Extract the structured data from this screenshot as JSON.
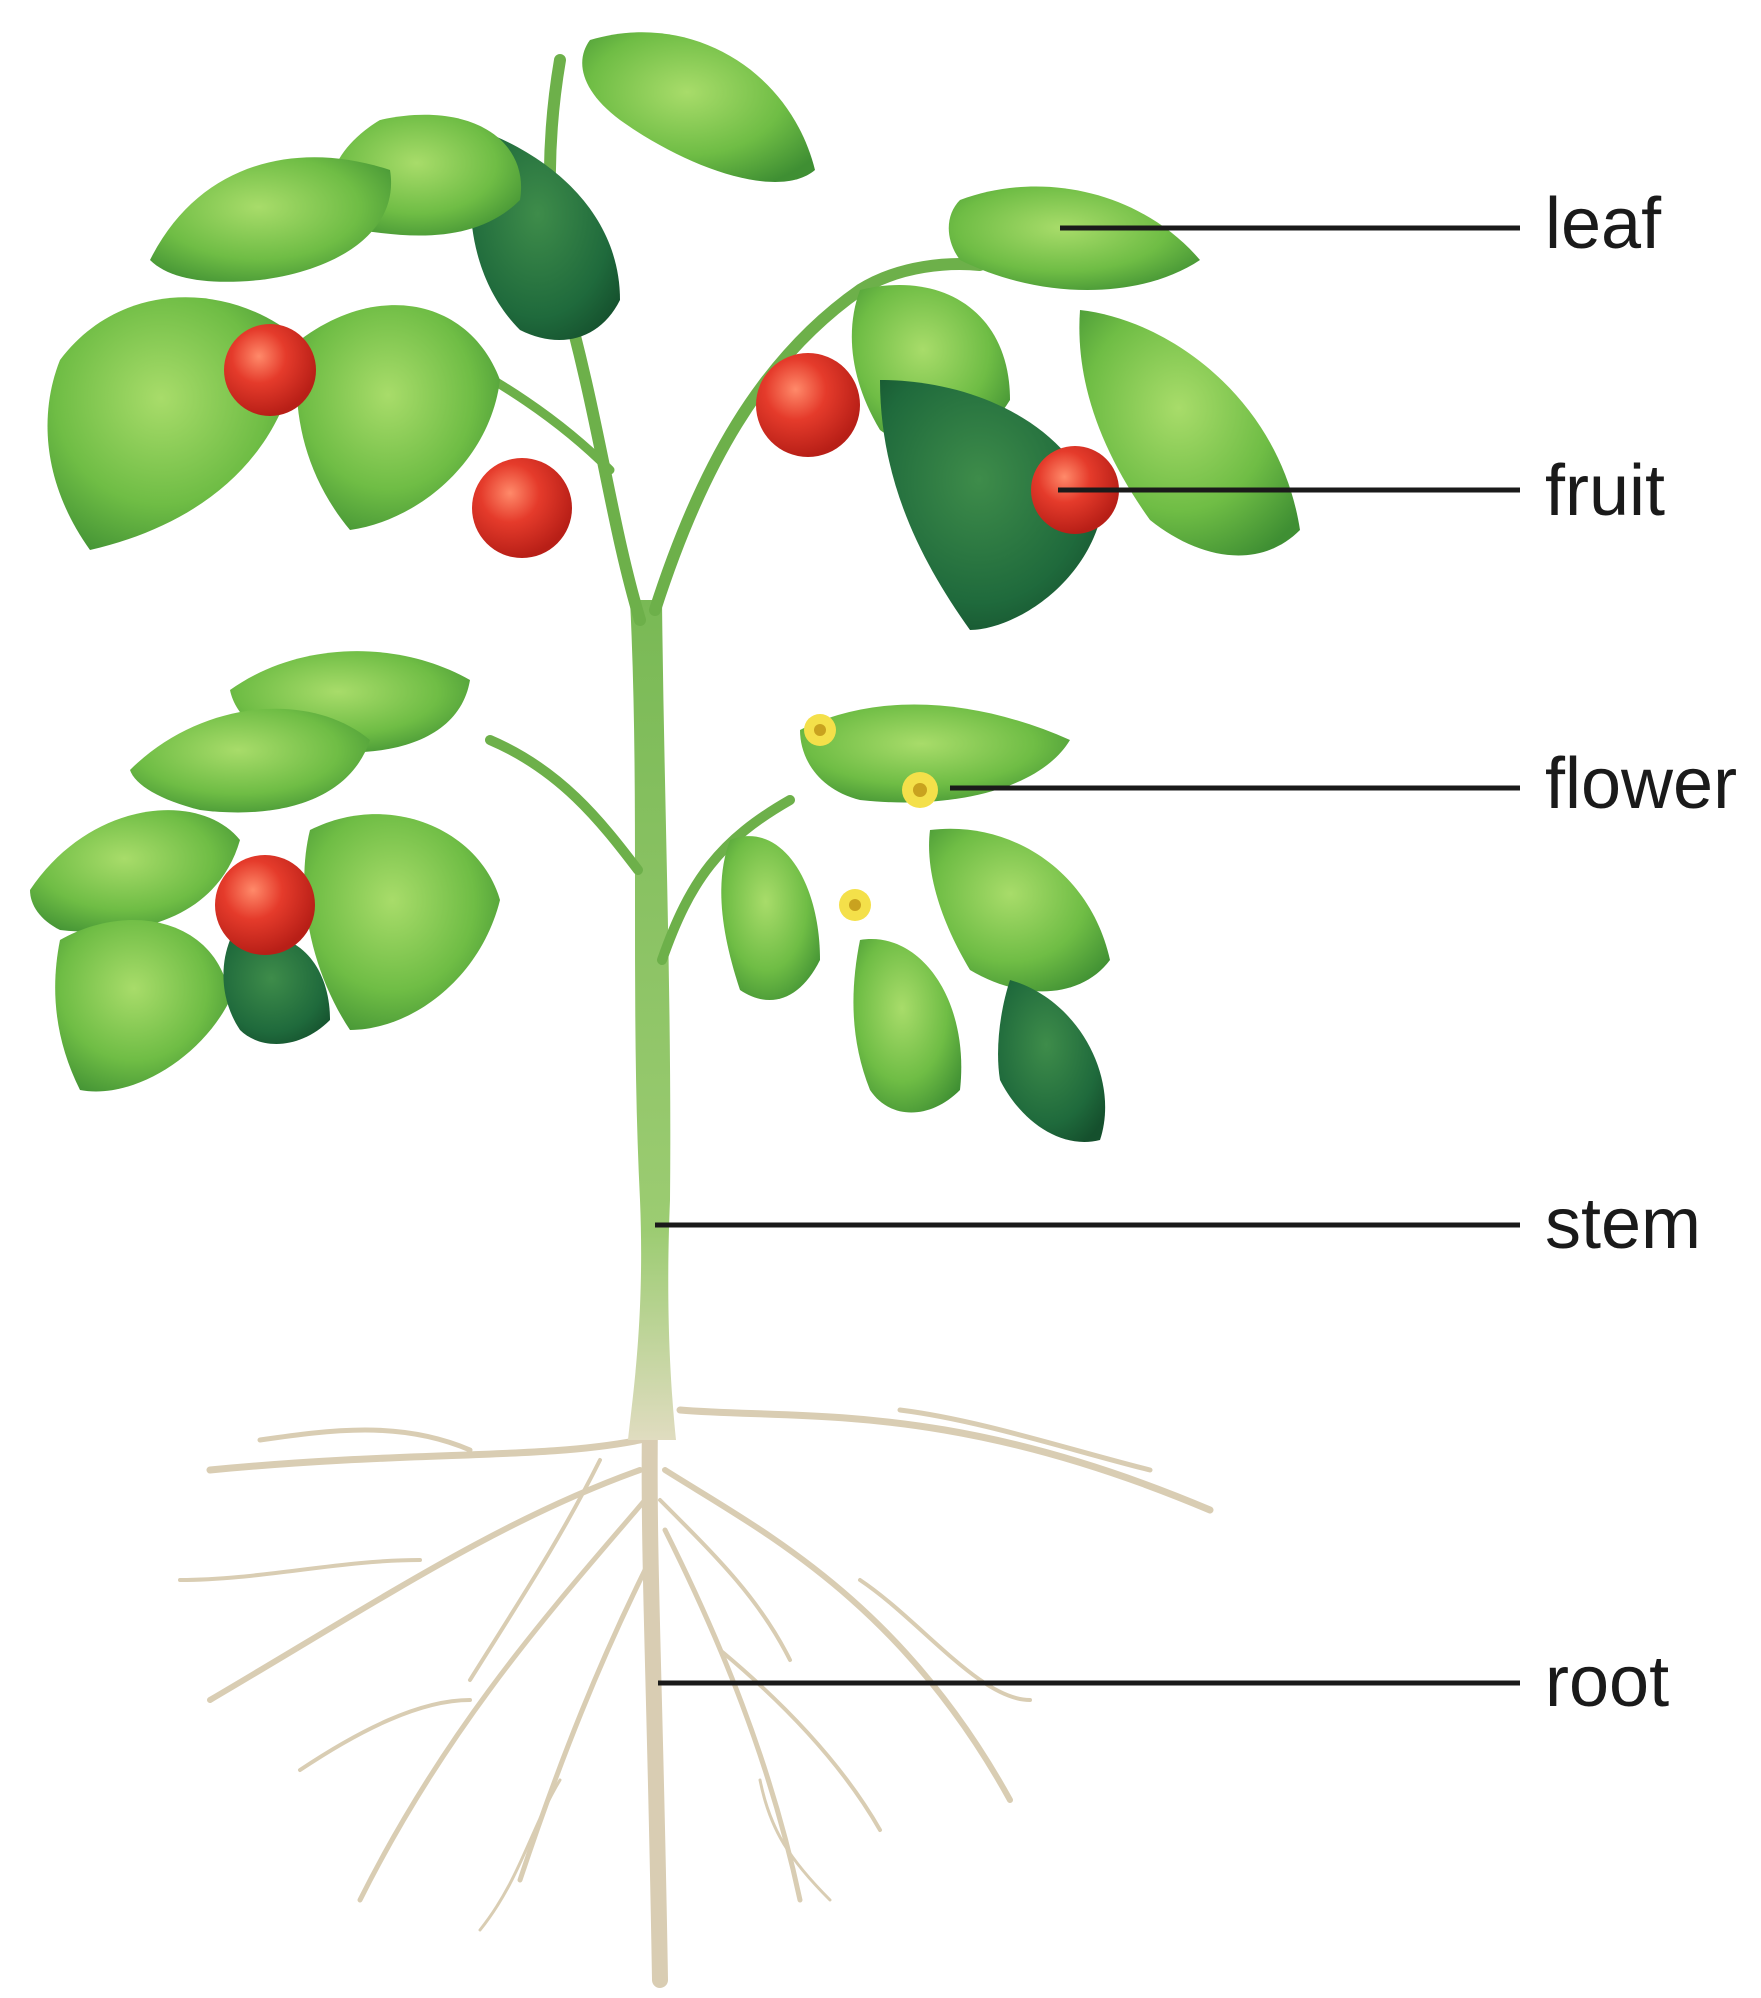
{
  "diagram": {
    "labels": [
      {
        "id": "leaf",
        "text": "leaf"
      },
      {
        "id": "fruit",
        "text": "fruit"
      },
      {
        "id": "flower",
        "text": "flower"
      },
      {
        "id": "stem",
        "text": "stem"
      },
      {
        "id": "root",
        "text": "root"
      }
    ]
  },
  "colors": {
    "leaf_light": "#7cc84a",
    "leaf_mid": "#4fa33a",
    "leaf_dark": "#1f6a3c",
    "stem": "#86c060",
    "fruit": "#e03a2a",
    "flower": "#f4e04a",
    "root": "#d9cdb3",
    "label": "#1a1a1a"
  }
}
